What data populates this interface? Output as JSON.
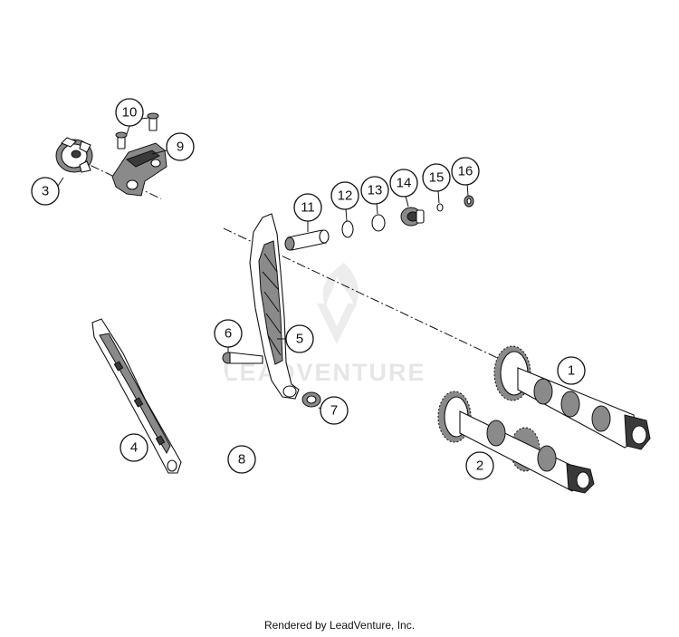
{
  "watermark": {
    "text": "LEADVENTURE"
  },
  "footer": {
    "text": "Rendered by LeadVenture, Inc."
  },
  "callouts": [
    "1",
    "2",
    "3",
    "4",
    "5",
    "6",
    "7",
    "8",
    "9",
    "10",
    "11",
    "12",
    "13",
    "14",
    "15",
    "16"
  ]
}
